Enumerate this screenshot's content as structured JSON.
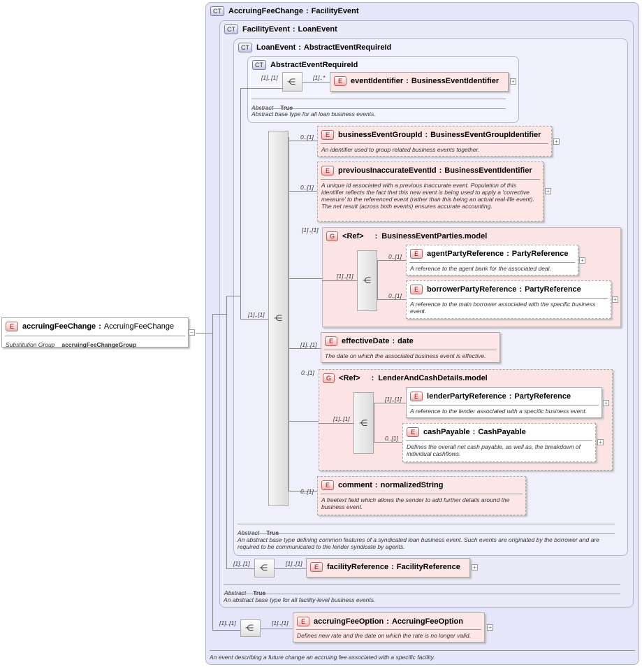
{
  "root": {
    "name": "accruingFeeChange",
    "type": "AccruingFeeChange",
    "prop_key": "Substitution Group",
    "prop_val": "accruingFeeChangeGroup"
  },
  "ct_accruing": {
    "badge": "CT",
    "title": "AccruingFeeChange",
    "base": "FacilityEvent",
    "desc": "An event describing a future change an accruing fee associated with a specific facility."
  },
  "ct_facility": {
    "badge": "CT",
    "title": "FacilityEvent",
    "base": "LoanEvent",
    "abstract_key": "Abstract",
    "abstract_val": "True",
    "desc": "An abstract base type for all facility-level business events."
  },
  "ct_loan": {
    "badge": "CT",
    "title": "LoanEvent",
    "base": "AbstractEventRequireId",
    "abstract_key": "Abstract",
    "abstract_val": "True",
    "desc": "An abstract base type defining common features of a syndicated loan business event. Such events are originated by the borrower and are required to be communicated to the lender syndicate by agents."
  },
  "ct_abstract": {
    "badge": "CT",
    "title": "AbstractEventRequireId",
    "abstract_key": "Abstract",
    "abstract_val": "True",
    "desc": "Abstract base type for all loan business events.",
    "seq_card": "[1]..[1]",
    "el_card": "[1]..*"
  },
  "el_eventIdentifier": {
    "badge": "E",
    "name": "eventIdentifier",
    "type": "BusinessEventIdentifier"
  },
  "seq_main_card": "[1]..[1]",
  "el_businessEventGroupId": {
    "badge": "E",
    "card": "0..[1]",
    "name": "businessEventGroupId",
    "type": "BusinessEventGroupIdentifier",
    "desc": "An identifier used to group related business events together."
  },
  "el_previousInaccurateEventId": {
    "badge": "E",
    "card": "0..[1]",
    "name": "previousInaccurateEventId",
    "type": "BusinessEventIdentifier",
    "desc": "A unique id associated with a previous inaccurate event. Population of this identifier reflects the fact that this new event is being used to apply a 'corrective measure' to the referenced event (rather than this being an actual real-life event). The net result (across both events) ensures accurate accounting."
  },
  "grp_parties": {
    "badge": "G",
    "card": "[1]..[1]",
    "ref": "<Ref>",
    "name": "BusinessEventParties.model",
    "seq_card": "[1]..[1]"
  },
  "el_agentPartyReference": {
    "badge": "E",
    "card": "0..[1]",
    "name": "agentPartyReference",
    "type": "PartyReference",
    "desc": "A reference to the agent bank for the associated deal."
  },
  "el_borrowerPartyReference": {
    "badge": "E",
    "card": "0..[1]",
    "name": "borrowerPartyReference",
    "type": "PartyReference",
    "desc": "A reference to the main borrower associated with the specific business event."
  },
  "el_effectiveDate": {
    "badge": "E",
    "card": "[1]..[1]",
    "name": "effectiveDate",
    "type": "date",
    "desc": "The date on which the associated business event is effective."
  },
  "grp_lender": {
    "badge": "G",
    "card": "0..[1]",
    "ref": "<Ref>",
    "name": "LenderAndCashDetails.model",
    "seq_card": "[1]..[1]"
  },
  "el_lenderPartyReference": {
    "badge": "E",
    "card": "[1]..[1]",
    "name": "lenderPartyReference",
    "type": "PartyReference",
    "desc": "A reference to the lender associated with a specific business event."
  },
  "el_cashPayable": {
    "badge": "E",
    "card": "0..[1]",
    "name": "cashPayable",
    "type": "CashPayable",
    "desc": "Defines the overall net cash payable, as well as, the breakdown of individual cashflows."
  },
  "el_comment": {
    "badge": "E",
    "card": "0..[1]",
    "name": "comment",
    "type": "normalizedString",
    "desc": "A freetext field which allows the sender to add further details around the business event."
  },
  "facility_seq_card": "[1]..[1]",
  "el_facilityReference": {
    "badge": "E",
    "card": "[1]..[1]",
    "name": "facilityReference",
    "type": "FacilityReference"
  },
  "accruing_seq_card": "[1]..[1]",
  "el_accruingFeeOption": {
    "badge": "E",
    "card": "[1]..[1]",
    "name": "accruingFeeOption",
    "type": "AccruingFeeOption",
    "desc": "Defines new rate and the date on which the rate is no longer valid."
  },
  "sep": ":",
  "plus_sign": "+",
  "minus_sign": "−",
  "colors": {
    "ct_bg": "#e6e6fa",
    "element_bg": "#ffffff",
    "group_bg": "#fce4e4",
    "badge_red": "#900000"
  }
}
